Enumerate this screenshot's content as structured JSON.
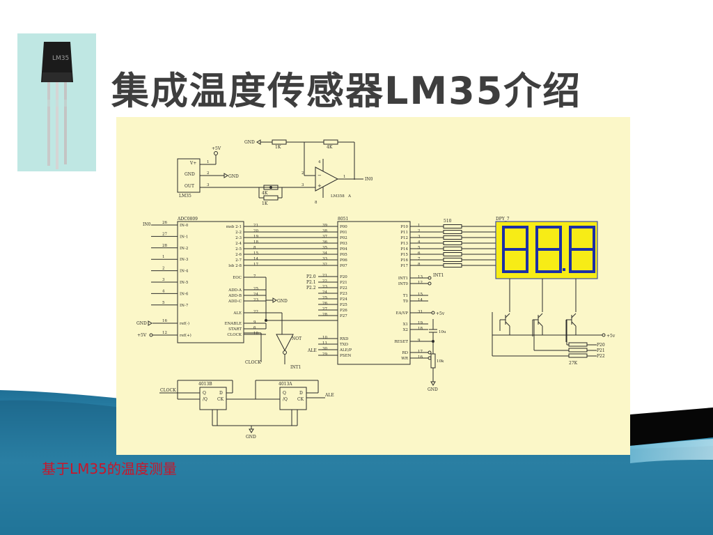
{
  "slide": {
    "title": "集成温度传感器LM35介绍",
    "caption": "基于LM35的温度测量",
    "colors": {
      "title": "#3e3e3e",
      "caption": "#c8162a",
      "schematic_bg": "#fbf7c8",
      "display_yellow": "#f7ec16",
      "display_blue": "#1c2fa6",
      "wave_blue": "#2a8fb5",
      "photo_bg": "#bfe7e3"
    }
  },
  "photo": {
    "icon": "transistor-photo-icon",
    "part_marking": "LM35"
  },
  "schematic": {
    "lm35": {
      "name": "LM35",
      "pins": [
        "V+",
        "GND",
        "OUT"
      ],
      "pin_numbers": [
        "1",
        "2",
        "3"
      ],
      "supply": "+5V",
      "gnd": "GND"
    },
    "opamp": {
      "name": "LM358",
      "unit": "A",
      "pins": [
        "2",
        "3",
        "1",
        "4",
        "8"
      ],
      "output": "IN0"
    },
    "resistors": {
      "r1": "1K",
      "r2": "4K",
      "r3": "4K",
      "r4": "1K",
      "seg": "510",
      "base": "27K",
      "reset": "10k"
    },
    "adc": {
      "name": "ADC0809",
      "inputs": [
        "IN-0",
        "IN-1",
        "IN-2",
        "IN-3",
        "IN-4",
        "IN-5",
        "IN-6",
        "IN-7"
      ],
      "input_pins": [
        "26",
        "27",
        "28",
        "1",
        "2",
        "3",
        "4",
        "5"
      ],
      "outputs": [
        "msb 2-1",
        "2-2",
        "2-3",
        "2-4",
        "2-5",
        "2-6",
        "2-7",
        "lsb 2-8"
      ],
      "output_pins": [
        "21",
        "20",
        "19",
        "18",
        "8",
        "15",
        "14",
        "17"
      ],
      "ctrl": [
        "EOC",
        "ADD-A",
        "ADD-B",
        "ADD-C",
        "ALE",
        "ENABLE",
        "START",
        "CLOCK"
      ],
      "ctrl_pins": [
        "7",
        "25",
        "24",
        "23",
        "22",
        "9",
        "6",
        "10"
      ],
      "refs": [
        "ref(-)",
        "ref(+)"
      ],
      "ref_pins": [
        "16",
        "12"
      ],
      "in0_label": "IN0",
      "gnd": "GND",
      "vcc": "+5V"
    },
    "mcu": {
      "name": "8051",
      "p0": [
        "P00",
        "P01",
        "P02",
        "P03",
        "P04",
        "P05",
        "P06",
        "P07"
      ],
      "p0_pins": [
        "39",
        "38",
        "37",
        "36",
        "35",
        "34",
        "33",
        "32"
      ],
      "p2": [
        "P20",
        "P21",
        "P22",
        "P23",
        "P24",
        "P25",
        "P26",
        "P27"
      ],
      "p2_pins": [
        "21",
        "22",
        "23",
        "24",
        "25",
        "26",
        "27",
        "28"
      ],
      "p2_nets": [
        "P2.0",
        "P2.1",
        "P2.2"
      ],
      "misc": [
        "RXD",
        "TXD",
        "ALE/P",
        "PSEN"
      ],
      "misc_pins": [
        "10",
        "11",
        "30",
        "29"
      ],
      "p1": [
        "P10",
        "P11",
        "P12",
        "P13",
        "P14",
        "P15",
        "P16",
        "P17"
      ],
      "p1_pins": [
        "1",
        "2",
        "3",
        "4",
        "5",
        "6",
        "7",
        "8"
      ],
      "int": [
        "INT1",
        "INT0"
      ],
      "int_pins": [
        "13",
        "12"
      ],
      "timers": [
        "T1",
        "T0"
      ],
      "timer_pins": [
        "15",
        "14"
      ],
      "ea": "EA/VP",
      "ea_pin": "31",
      "xtal": [
        "X1",
        "X2"
      ],
      "xtal_pins": [
        "19",
        "18"
      ],
      "reset": "RESET",
      "reset_pin": "9",
      "rd": "RD",
      "wr": "WR",
      "rd_wr_pins": [
        "17",
        "16"
      ],
      "cap": "10u",
      "ale_net": "ALE",
      "int1_net": "INT1",
      "gnd": "GND"
    },
    "display": {
      "name": "DPY_7",
      "digits": "88.8"
    },
    "transistor_nets": [
      "P20",
      "P21",
      "P22"
    ],
    "vcc": "+5v",
    "inverter": {
      "name": "NOT",
      "net_in": "CLOCK",
      "net_out": "INT1"
    },
    "flipflops": [
      {
        "name": "4013B",
        "pins": [
          "Q",
          "D",
          "/Q",
          "CK"
        ],
        "clock_net": "CLOCK"
      },
      {
        "name": "4013A",
        "pins": [
          "Q",
          "D",
          "/Q",
          "CK"
        ],
        "clock_net": "ALE"
      }
    ],
    "ff_gnd": "GND"
  }
}
